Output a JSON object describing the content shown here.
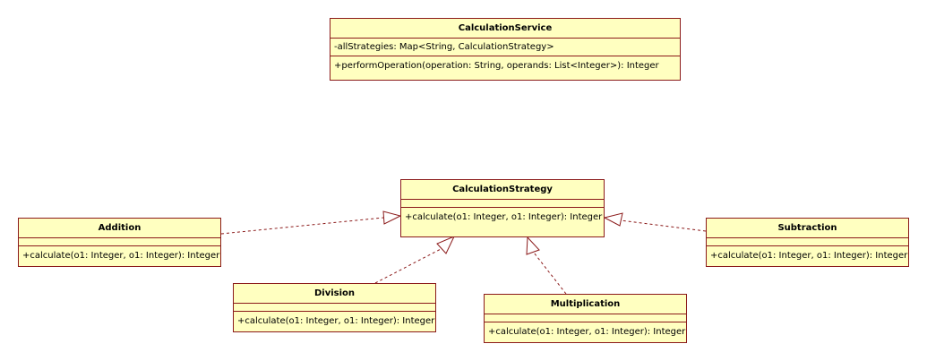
{
  "colors": {
    "class_fill": "#ffffc0",
    "class_border": "#8b1a1a",
    "relation_line": "#8b1a1a"
  },
  "classes": {
    "calculation_service": {
      "name": "CalculationService",
      "attributes": [
        "-allStrategies: Map<String, CalculationStrategy>"
      ],
      "operations": [
        "+performOperation(operation: String, operands: List<Integer>): Integer"
      ]
    },
    "calculation_strategy": {
      "name": "CalculationStrategy",
      "attributes": [],
      "operations": [
        "+calculate(o1: Integer, o1: Integer): Integer"
      ]
    },
    "addition": {
      "name": "Addition",
      "attributes": [],
      "operations": [
        "+calculate(o1: Integer, o1: Integer): Integer"
      ]
    },
    "subtraction": {
      "name": "Subtraction",
      "attributes": [],
      "operations": [
        "+calculate(o1: Integer, o1: Integer): Integer"
      ]
    },
    "division": {
      "name": "Division",
      "attributes": [],
      "operations": [
        "+calculate(o1: Integer, o1: Integer): Integer"
      ]
    },
    "multiplication": {
      "name": "Multiplication",
      "attributes": [],
      "operations": [
        "+calculate(o1: Integer, o1: Integer): Integer"
      ]
    }
  },
  "relations": [
    {
      "type": "realization",
      "from": "addition",
      "to": "calculation_strategy"
    },
    {
      "type": "realization",
      "from": "subtraction",
      "to": "calculation_strategy"
    },
    {
      "type": "realization",
      "from": "division",
      "to": "calculation_strategy"
    },
    {
      "type": "realization",
      "from": "multiplication",
      "to": "calculation_strategy"
    }
  ]
}
